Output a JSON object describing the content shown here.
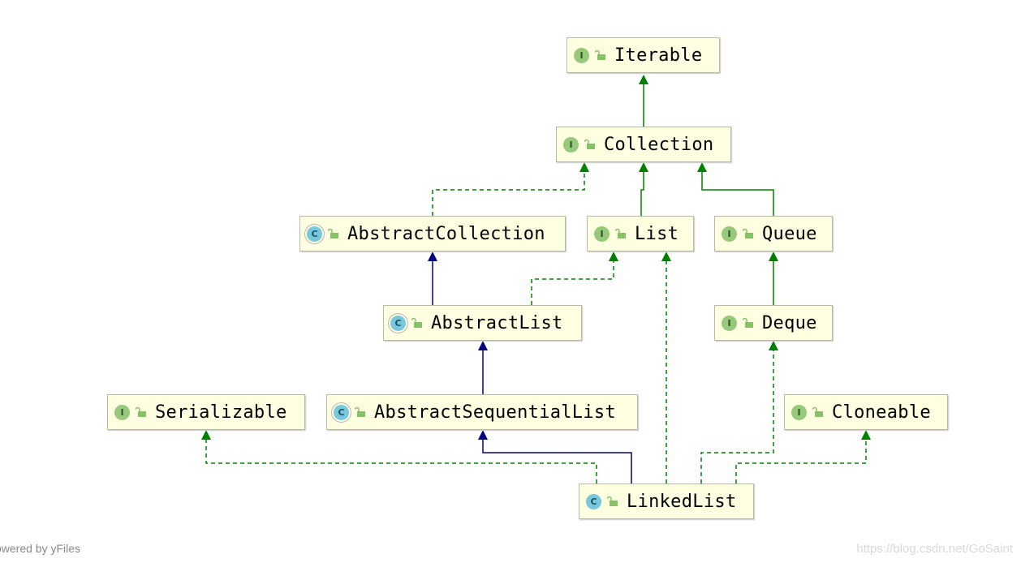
{
  "diagram": {
    "nodes": {
      "iterable": {
        "label": "Iterable",
        "kind": "interface",
        "badge": "I"
      },
      "collection": {
        "label": "Collection",
        "kind": "interface",
        "badge": "I"
      },
      "abstract_collection": {
        "label": "AbstractCollection",
        "kind": "abstract-class",
        "badge": "C"
      },
      "list": {
        "label": "List",
        "kind": "interface",
        "badge": "I"
      },
      "queue": {
        "label": "Queue",
        "kind": "interface",
        "badge": "I"
      },
      "abstract_list": {
        "label": "AbstractList",
        "kind": "abstract-class",
        "badge": "C"
      },
      "deque": {
        "label": "Deque",
        "kind": "interface",
        "badge": "I"
      },
      "serializable": {
        "label": "Serializable",
        "kind": "interface",
        "badge": "I"
      },
      "abstract_sequential_list": {
        "label": "AbstractSequentialList",
        "kind": "abstract-class",
        "badge": "C"
      },
      "cloneable": {
        "label": "Cloneable",
        "kind": "interface",
        "badge": "I"
      },
      "linked_list": {
        "label": "LinkedList",
        "kind": "class",
        "badge": "C"
      }
    },
    "edges": [
      {
        "from": "collection",
        "to": "iterable",
        "relation": "extends"
      },
      {
        "from": "abstract_collection",
        "to": "collection",
        "relation": "implements"
      },
      {
        "from": "list",
        "to": "collection",
        "relation": "extends"
      },
      {
        "from": "queue",
        "to": "collection",
        "relation": "extends"
      },
      {
        "from": "abstract_list",
        "to": "abstract_collection",
        "relation": "class-extends"
      },
      {
        "from": "abstract_list",
        "to": "list",
        "relation": "implements"
      },
      {
        "from": "deque",
        "to": "queue",
        "relation": "extends"
      },
      {
        "from": "abstract_sequential_list",
        "to": "abstract_list",
        "relation": "class-extends"
      },
      {
        "from": "linked_list",
        "to": "abstract_sequential_list",
        "relation": "class-extends"
      },
      {
        "from": "linked_list",
        "to": "serializable",
        "relation": "implements"
      },
      {
        "from": "linked_list",
        "to": "list",
        "relation": "implements"
      },
      {
        "from": "linked_list",
        "to": "deque",
        "relation": "implements"
      },
      {
        "from": "linked_list",
        "to": "cloneable",
        "relation": "implements"
      }
    ]
  },
  "colors": {
    "interface_edge": "#008000",
    "class_edge": "#000080",
    "node_fill": "#fefee0",
    "interface_badge": "#97c97a",
    "class_badge": "#77c8dc"
  },
  "icons": {
    "interface_badge": "interface-badge-icon",
    "class_badge": "class-badge-icon",
    "visibility": "public-unlock-icon"
  },
  "footer": {
    "left": "owered by yFiles",
    "right": "https://blog.csdn.net/GoSaint"
  }
}
